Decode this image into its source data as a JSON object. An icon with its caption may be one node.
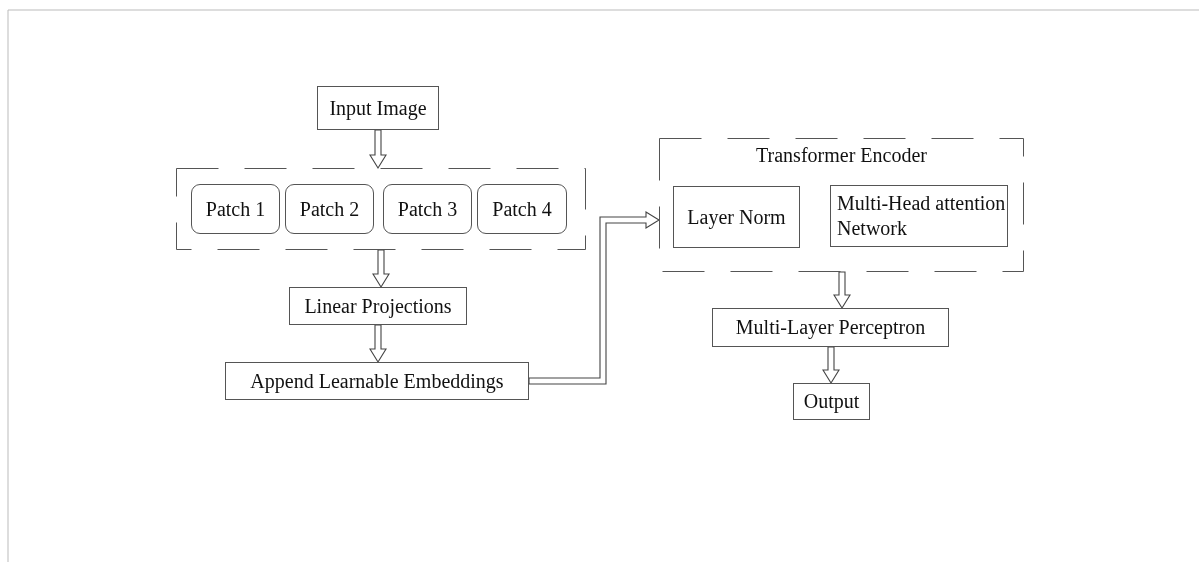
{
  "diagram": {
    "nodes": [
      {
        "text": [
          "Input Image"
        ]
      },
      {
        "text": [],
        "shape": "box"
      },
      {
        "text": [
          "Patch 1"
        ],
        "in": 1
      },
      {
        "text": [
          "Patch 2"
        ],
        "in": 1
      },
      {
        "text": [
          "Patch 3"
        ],
        "in": 1
      },
      {
        "text": [
          "Patch 4"
        ],
        "in": 1
      },
      {
        "text": [
          "Linear Projections"
        ]
      },
      {
        "text": [
          "Append Learnable Embeddings"
        ]
      },
      {
        "text": [
          "Transformer Encoder"
        ]
      },
      {
        "text": [
          "Layer Norm"
        ],
        "in": 8
      },
      {
        "text": [
          "Multi-Head attention Network"
        ],
        "in": 8
      },
      {
        "text": [
          "Multi-Layer Perceptron"
        ]
      },
      {
        "text": [
          "Output"
        ]
      }
    ],
    "edges": [
      {
        "from": 0,
        "to": 1,
        "arrow": "to"
      },
      {
        "from": 1,
        "to": 6,
        "arrow": "to"
      },
      {
        "from": 6,
        "to": 7,
        "arrow": "to"
      },
      {
        "from": 7,
        "to": 8,
        "arrow": "to"
      },
      {
        "from": 8,
        "to": 11,
        "arrow": "to"
      },
      {
        "from": 11,
        "to": 12,
        "arrow": "to"
      }
    ]
  }
}
